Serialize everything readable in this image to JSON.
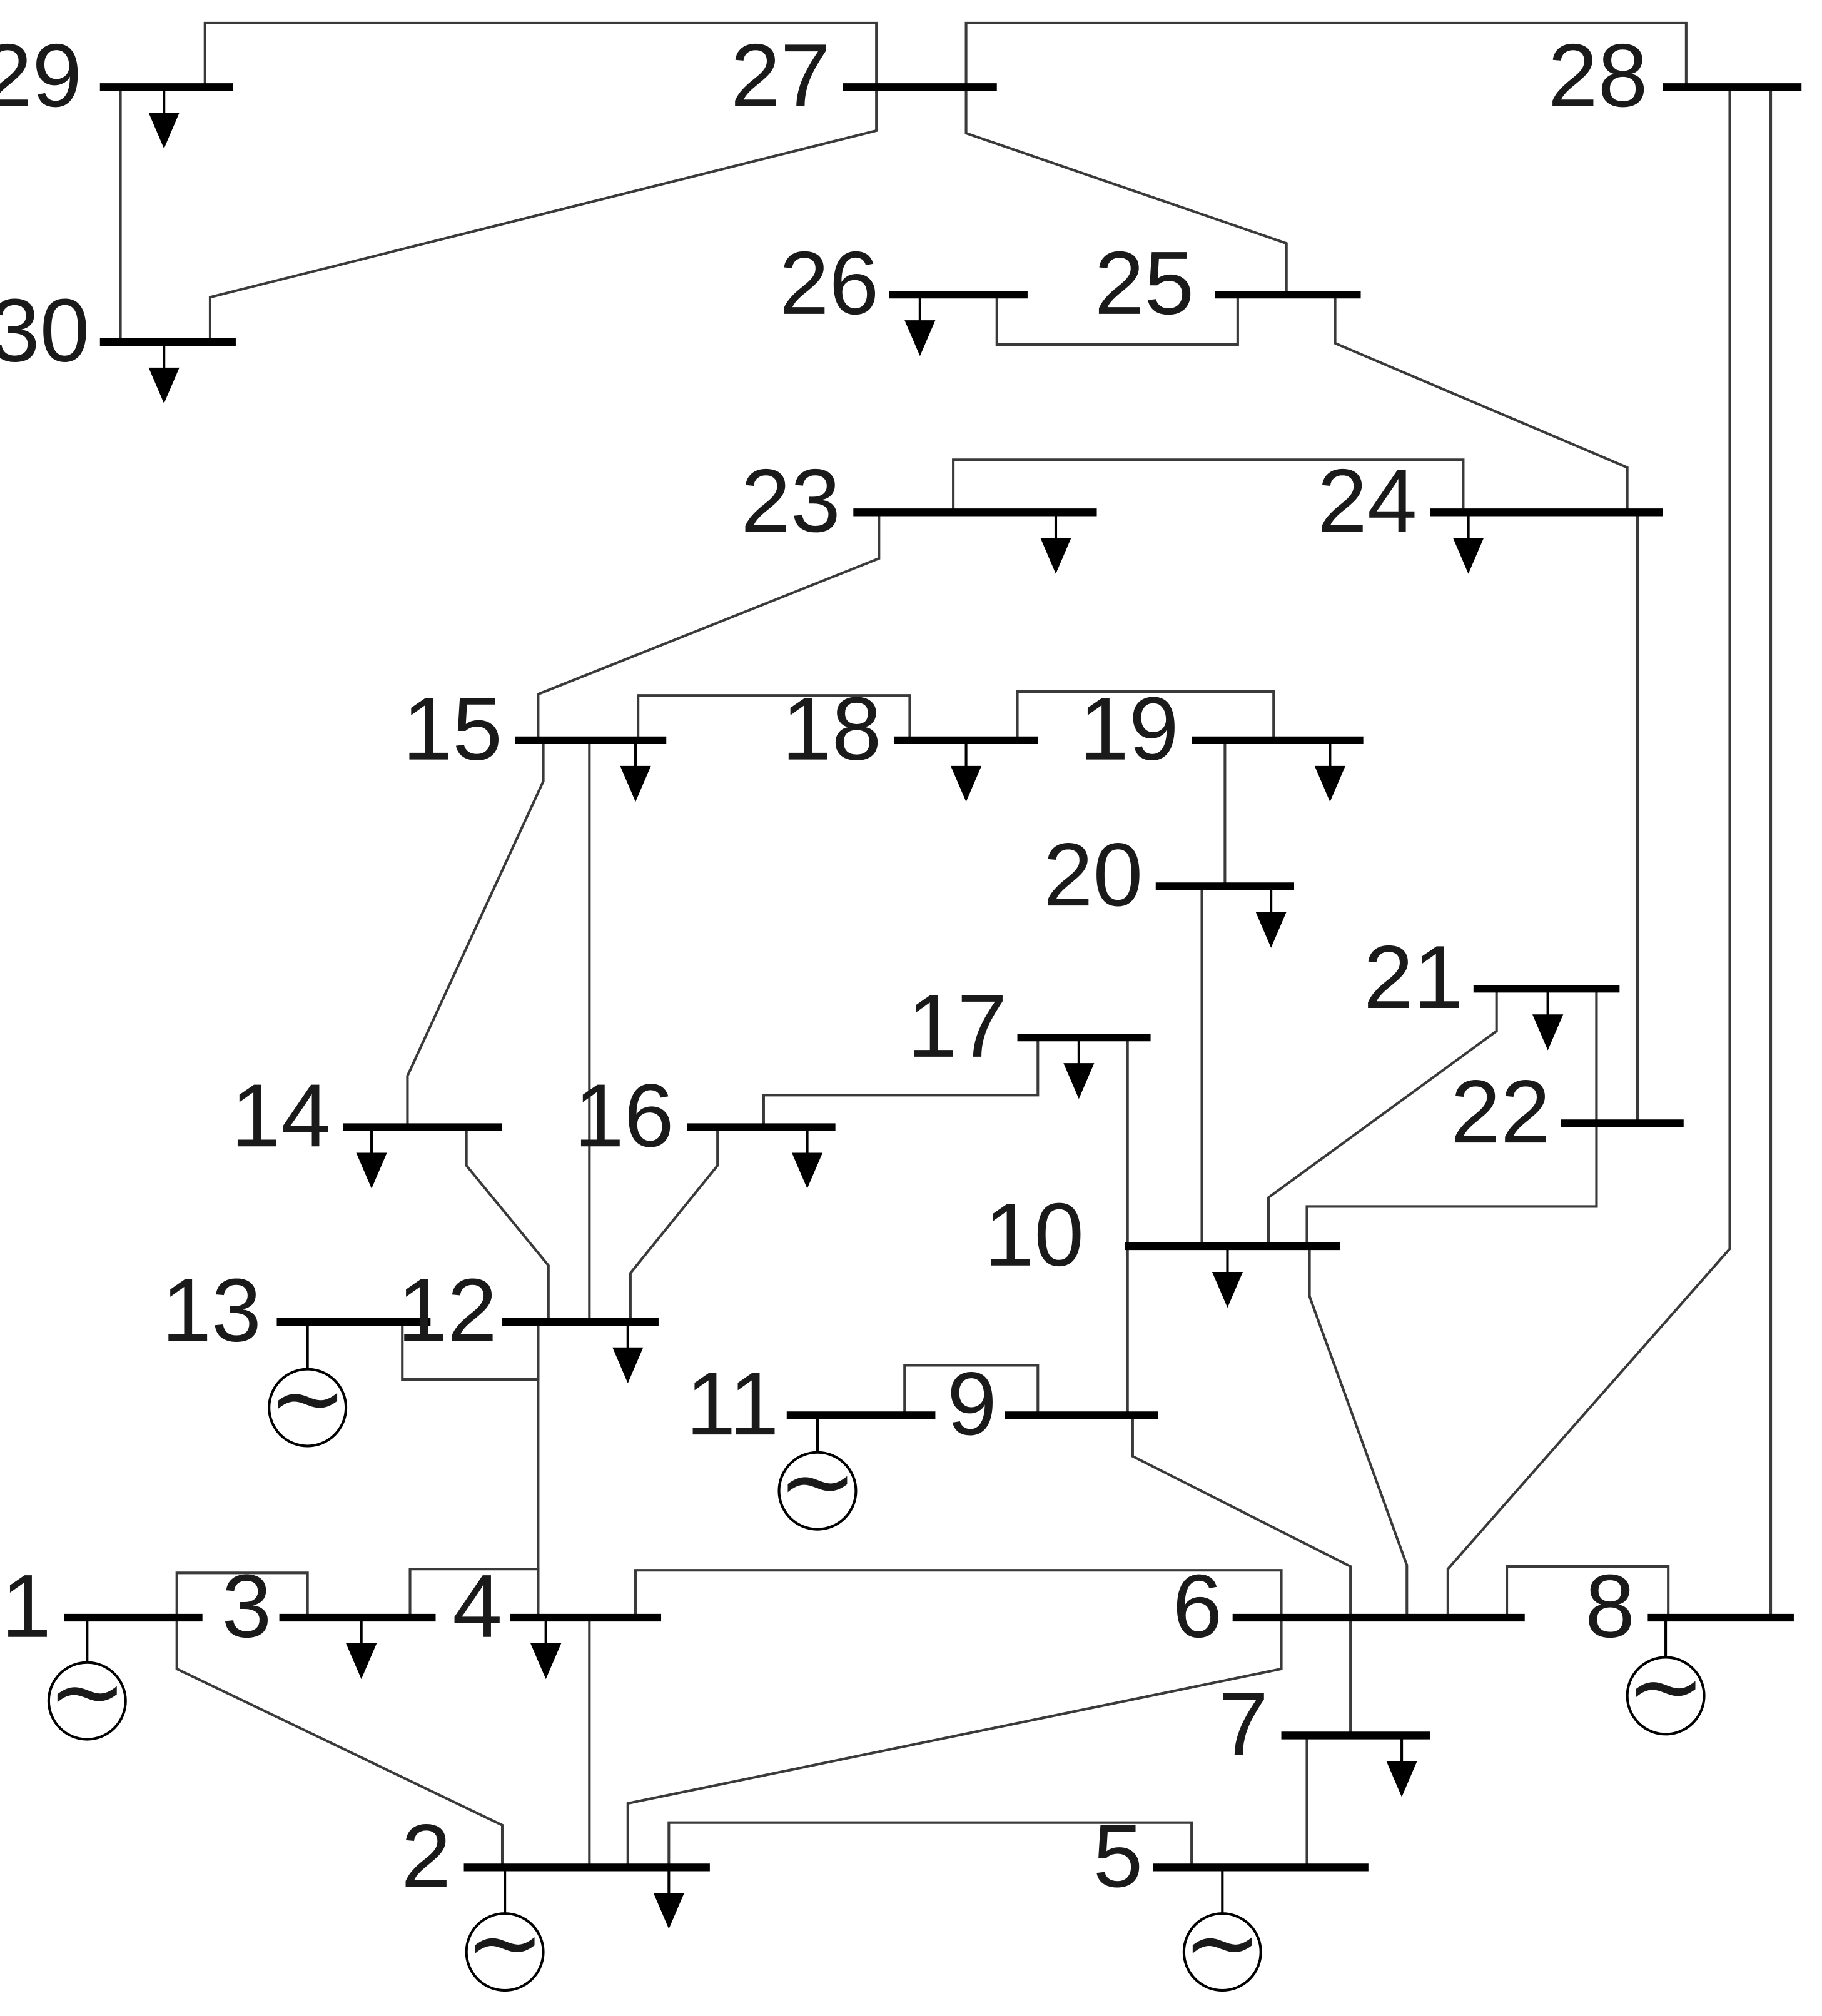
{
  "buses": [
    {
      "id": 1,
      "label": "1",
      "gen": true,
      "load": false
    },
    {
      "id": 2,
      "label": "2",
      "gen": true,
      "load": true
    },
    {
      "id": 3,
      "label": "3",
      "gen": false,
      "load": true
    },
    {
      "id": 4,
      "label": "4",
      "gen": false,
      "load": true
    },
    {
      "id": 5,
      "label": "5",
      "gen": true,
      "load": false
    },
    {
      "id": 6,
      "label": "6",
      "gen": false,
      "load": false
    },
    {
      "id": 7,
      "label": "7",
      "gen": false,
      "load": true
    },
    {
      "id": 8,
      "label": "8",
      "gen": true,
      "load": false
    },
    {
      "id": 9,
      "label": "9",
      "gen": false,
      "load": false
    },
    {
      "id": 10,
      "label": "10",
      "gen": false,
      "load": true
    },
    {
      "id": 11,
      "label": "11",
      "gen": true,
      "load": false
    },
    {
      "id": 12,
      "label": "12",
      "gen": false,
      "load": true
    },
    {
      "id": 13,
      "label": "13",
      "gen": true,
      "load": false
    },
    {
      "id": 14,
      "label": "14",
      "gen": false,
      "load": true
    },
    {
      "id": 15,
      "label": "15",
      "gen": false,
      "load": true
    },
    {
      "id": 16,
      "label": "16",
      "gen": false,
      "load": true
    },
    {
      "id": 17,
      "label": "17",
      "gen": false,
      "load": true
    },
    {
      "id": 18,
      "label": "18",
      "gen": false,
      "load": true
    },
    {
      "id": 19,
      "label": "19",
      "gen": false,
      "load": true
    },
    {
      "id": 20,
      "label": "20",
      "gen": false,
      "load": true
    },
    {
      "id": 21,
      "label": "21",
      "gen": false,
      "load": true
    },
    {
      "id": 22,
      "label": "22",
      "gen": false,
      "load": false
    },
    {
      "id": 23,
      "label": "23",
      "gen": false,
      "load": true
    },
    {
      "id": 24,
      "label": "24",
      "gen": false,
      "load": true
    },
    {
      "id": 25,
      "label": "25",
      "gen": false,
      "load": false
    },
    {
      "id": 26,
      "label": "26",
      "gen": false,
      "load": true
    },
    {
      "id": 27,
      "label": "27",
      "gen": false,
      "load": false
    },
    {
      "id": 28,
      "label": "28",
      "gen": false,
      "load": false
    },
    {
      "id": 29,
      "label": "29",
      "gen": false,
      "load": true
    },
    {
      "id": 30,
      "label": "30",
      "gen": false,
      "load": true
    }
  ],
  "generator_symbol": "~",
  "lines": [
    [
      1,
      2
    ],
    [
      1,
      3
    ],
    [
      2,
      4
    ],
    [
      3,
      4
    ],
    [
      2,
      5
    ],
    [
      2,
      6
    ],
    [
      4,
      6
    ],
    [
      5,
      7
    ],
    [
      6,
      7
    ],
    [
      6,
      8
    ],
    [
      6,
      9
    ],
    [
      6,
      10
    ],
    [
      9,
      11
    ],
    [
      9,
      10
    ],
    [
      4,
      12
    ],
    [
      12,
      13
    ],
    [
      12,
      14
    ],
    [
      12,
      15
    ],
    [
      12,
      16
    ],
    [
      14,
      15
    ],
    [
      16,
      17
    ],
    [
      15,
      18
    ],
    [
      18,
      19
    ],
    [
      19,
      20
    ],
    [
      10,
      20
    ],
    [
      10,
      17
    ],
    [
      10,
      21
    ],
    [
      10,
      22
    ],
    [
      21,
      22
    ],
    [
      15,
      23
    ],
    [
      22,
      24
    ],
    [
      23,
      24
    ],
    [
      24,
      25
    ],
    [
      25,
      26
    ],
    [
      25,
      27
    ],
    [
      28,
      27
    ],
    [
      27,
      29
    ],
    [
      27,
      30
    ],
    [
      29,
      30
    ],
    [
      8,
      28
    ],
    [
      6,
      28
    ]
  ],
  "colors": {
    "line": "#3a3a3a",
    "bus": "#000000",
    "text": "#1a1a1a"
  }
}
